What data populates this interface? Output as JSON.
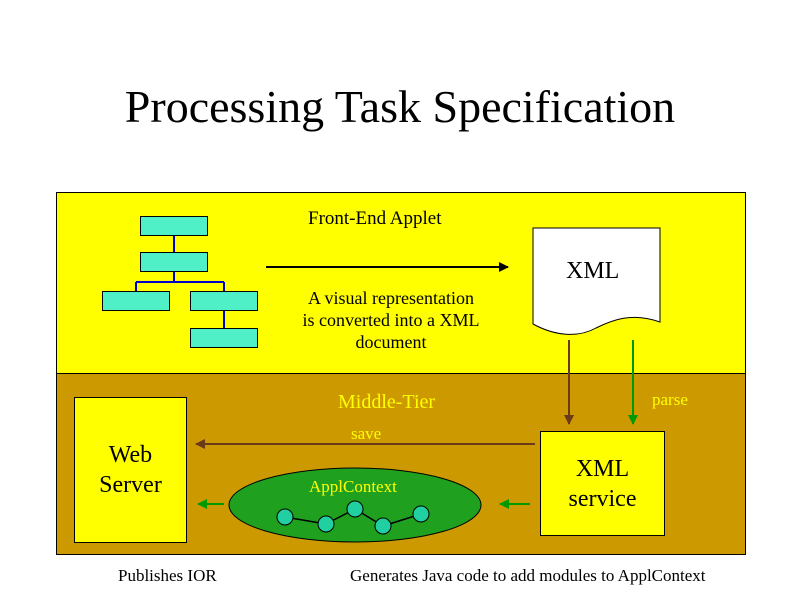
{
  "title": "Processing Task Specification",
  "front_end": {
    "label": "Front-End Applet",
    "description_lines": [
      "A visual representation",
      "is converted into a XML",
      "document"
    ],
    "xml_doc_label": "XML"
  },
  "middle_tier": {
    "label": "Middle-Tier",
    "web_server_lines": [
      "Web",
      "Server"
    ],
    "xml_service_lines": [
      "XML",
      "service"
    ],
    "appl_context_label": "ApplContext",
    "save_label": "save",
    "parse_label": "parse"
  },
  "footer": {
    "left": "Publishes IOR",
    "right": "Generates Java code to add modules to ApplContext"
  },
  "colors": {
    "front_panel": "#ffff00",
    "middle_panel": "#cc9a00",
    "tree_node": "#4ff0c8",
    "appl_context": "#1fa01f",
    "save_arrow": "#6b3a1a",
    "parse_arrow": "#009900",
    "middle_text": "#ffff00"
  }
}
